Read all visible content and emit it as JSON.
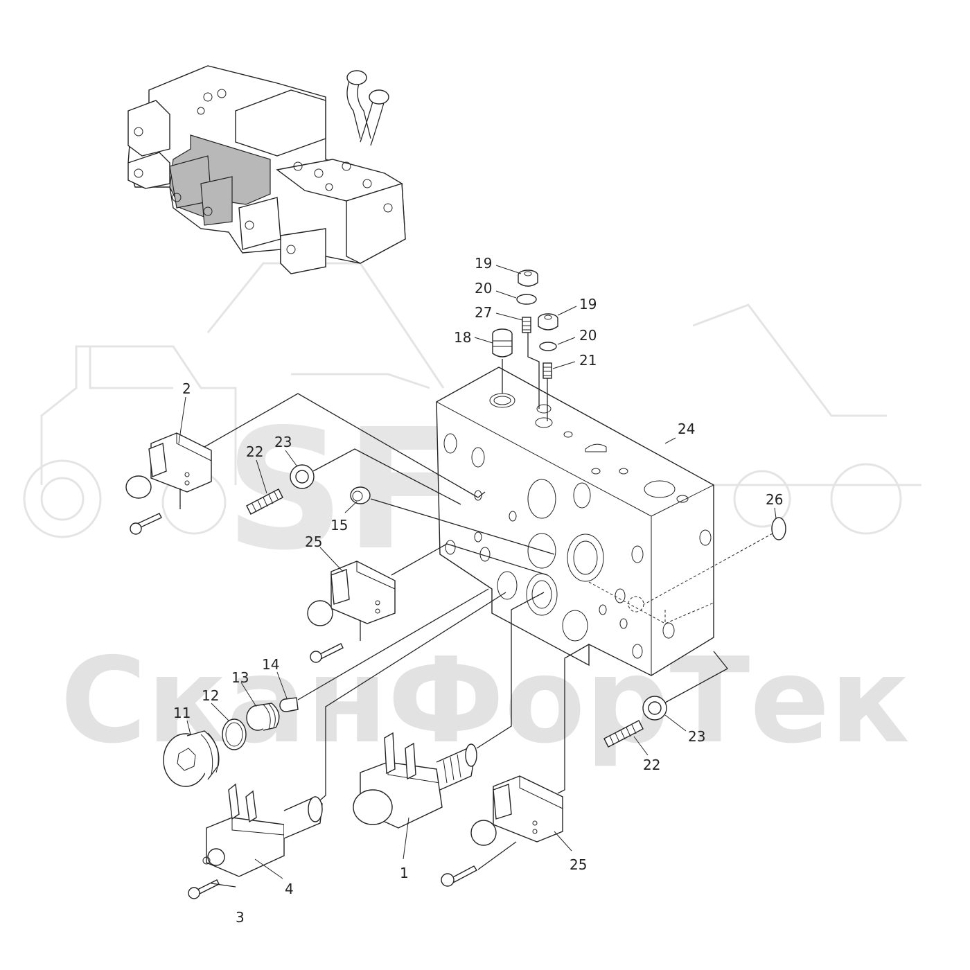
{
  "watermark": {
    "logo": "SFT",
    "name": "СканФорТек"
  },
  "callouts": [
    {
      "id": "c1",
      "text": "1"
    },
    {
      "id": "c2",
      "text": "2"
    },
    {
      "id": "c3",
      "text": "3"
    },
    {
      "id": "c4",
      "text": "4"
    },
    {
      "id": "c11",
      "text": "11"
    },
    {
      "id": "c12",
      "text": "12"
    },
    {
      "id": "c13",
      "text": "13"
    },
    {
      "id": "c14",
      "text": "14"
    },
    {
      "id": "c15",
      "text": "15"
    },
    {
      "id": "c18",
      "text": "18"
    },
    {
      "id": "c19a",
      "text": "19"
    },
    {
      "id": "c19b",
      "text": "19"
    },
    {
      "id": "c20a",
      "text": "20"
    },
    {
      "id": "c20b",
      "text": "20"
    },
    {
      "id": "c21",
      "text": "21"
    },
    {
      "id": "c22a",
      "text": "22"
    },
    {
      "id": "c22b",
      "text": "22"
    },
    {
      "id": "c23a",
      "text": "23"
    },
    {
      "id": "c23b",
      "text": "23"
    },
    {
      "id": "c24",
      "text": "24"
    },
    {
      "id": "c25a",
      "text": "25"
    },
    {
      "id": "c25b",
      "text": "25"
    },
    {
      "id": "c26",
      "text": "26"
    },
    {
      "id": "c27",
      "text": "27"
    }
  ]
}
